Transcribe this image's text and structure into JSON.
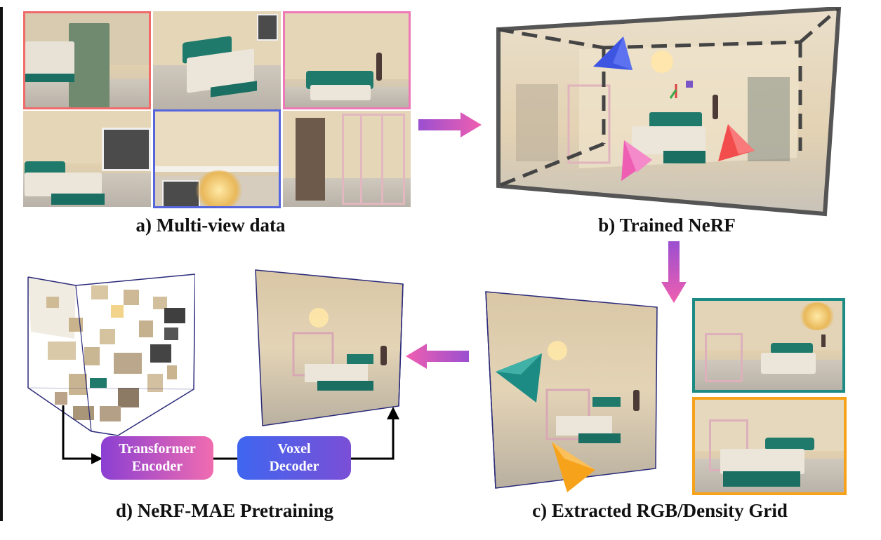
{
  "captions": {
    "a": "a) Multi-view data",
    "b": "b) Trained NeRF",
    "c": "c) Extracted RGB/Density Grid",
    "d": "d) NeRF-MAE Pretraining"
  },
  "blocks": {
    "encoder": [
      "Transformer",
      "Encoder"
    ],
    "decoder": [
      "Voxel",
      "Decoder"
    ]
  },
  "colors": {
    "view_border_red": "#f06a6a",
    "view_border_pink": "#ee79b6",
    "view_border_blue": "#5566dd",
    "camera_blue": "#3d55e0",
    "camera_pink": "#ee5fb4",
    "camera_red": "#f24c4c",
    "camera_teal": "#1c8b83",
    "camera_orange": "#f7a21b",
    "arrow_gradient_start": "#9b4fd0",
    "arrow_gradient_end": "#f05fb0",
    "encoder_gradient": [
      "#8b3fd2",
      "#f06cb0"
    ],
    "decoder_gradient": [
      "#3f66f0",
      "#7a4fd6"
    ]
  }
}
